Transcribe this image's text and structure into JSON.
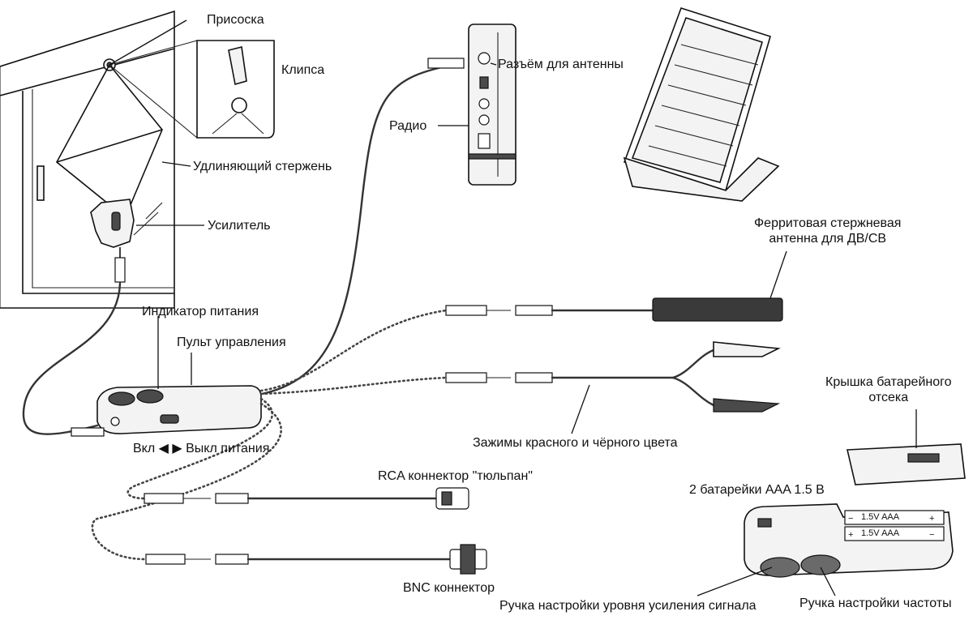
{
  "labels": {
    "suction_cup": "Присоска",
    "clip": "Клипса",
    "extension_rod": "Удлиняющий стержень",
    "amplifier": "Усилитель",
    "antenna_jack": "Разъём для антенны",
    "radio": "Радио",
    "ferrite_antenna_line1": "Ферритовая стержневая",
    "ferrite_antenna_line2": "антенна для ДВ/СВ",
    "power_indicator": "Индикатор питания",
    "control_unit": "Пульт управления",
    "power_switch": "Вкл ◀ ▶ Выкл питания",
    "clamps": "Зажимы красного и чёрного цвета",
    "battery_cover_line1": "Крышка батарейного",
    "battery_cover_line2": "отсека",
    "rca_connector": "RCA коннектор \"тюльпан\"",
    "batteries": "2 батарейки AAA 1.5 В",
    "bnc_connector": "BNC коннектор",
    "gain_knob": "Ручка настройки уровня усиления сигнала",
    "frequency_knob": "Ручка настройки частоты"
  },
  "battery_text": {
    "cell1": "1.5V  AAA",
    "cell2": "1.5V  AAA"
  }
}
